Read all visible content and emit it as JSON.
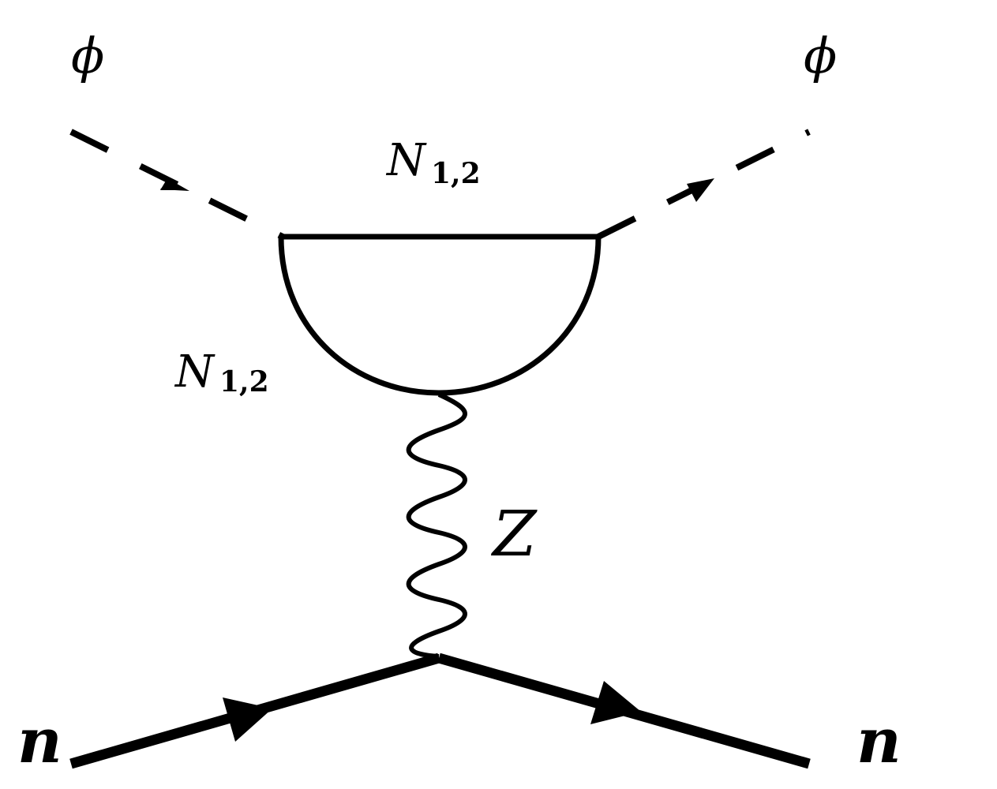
{
  "diagram": {
    "labels": {
      "phi_in": "ϕ",
      "phi_out": "ϕ",
      "N_top": "N",
      "N_top_sub": "1,2",
      "N_bottom": "N",
      "N_bottom_sub": "1,2",
      "z_boson": "Z",
      "n_in": "n",
      "n_out": "n"
    },
    "particles": {
      "scalar_in": "ϕ",
      "scalar_out": "ϕ",
      "fermion_loop": "N",
      "gauge_boson": "Z",
      "neutron_in": "n",
      "neutron_out": "n"
    }
  }
}
